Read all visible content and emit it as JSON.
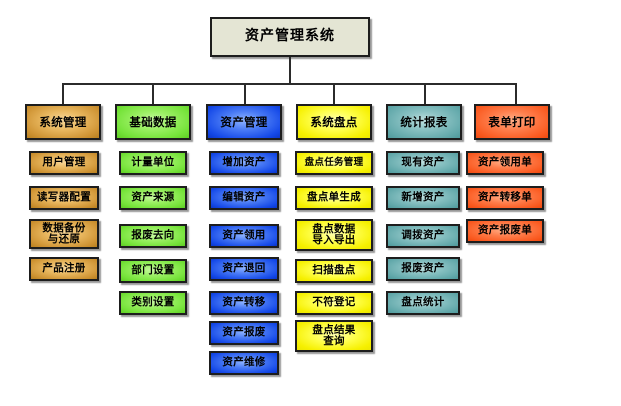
{
  "diagram": {
    "type": "org-chart",
    "title": "资产管理系统",
    "root": {
      "label": "资产管理系统"
    },
    "columns": [
      {
        "id": "system-management",
        "header": "系统管理",
        "color": "#cf9434",
        "theme": "orange",
        "items": [
          "用户管理",
          "读写器配置",
          "数据备份\n与还原",
          "产品注册"
        ]
      },
      {
        "id": "basic-data",
        "header": "基础数据",
        "color": "#76e33a",
        "theme": "green",
        "items": [
          "计量单位",
          "资产来源",
          "报废去向",
          "部门设置",
          "类别设置"
        ]
      },
      {
        "id": "asset-management",
        "header": "资产管理",
        "color": "#1549e8",
        "theme": "blue",
        "items": [
          "增加资产",
          "编辑资产",
          "资产领用",
          "资产退回",
          "资产转移",
          "资产报废",
          "资产维修"
        ]
      },
      {
        "id": "system-stocktaking",
        "header": "系统盘点",
        "color": "#f6f000",
        "theme": "yellow",
        "items": [
          "盘点任务管理",
          "盘点单生成",
          "盘点数据\n导入导出",
          "扫描盘点",
          "不符登记",
          "盘点结果\n查询"
        ]
      },
      {
        "id": "statistics-reports",
        "header": "统计报表",
        "color": "#63a9ab",
        "theme": "teal",
        "items": [
          "现有资产",
          "新增资产",
          "调拨资产",
          "报废资产",
          "盘点统计"
        ]
      },
      {
        "id": "form-printing",
        "header": "表单打印",
        "color": "#fa5a20",
        "theme": "red",
        "items": [
          "资产领用单",
          "资产转移单",
          "资产报废单"
        ]
      }
    ]
  },
  "style": {
    "background": "#ffffff",
    "line_color": "#2b2b2b",
    "root_fill": "#e4e5d4",
    "border_color": "#1d1d1d"
  }
}
